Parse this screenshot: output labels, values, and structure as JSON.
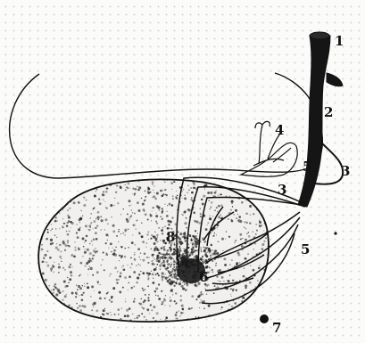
{
  "diagram": {
    "colors": {
      "ink": "#111111",
      "paper": "#fbfbfa",
      "stipple": "#222222"
    },
    "labels": [
      {
        "id": "label-1",
        "text": "1"
      },
      {
        "id": "label-2",
        "text": "2"
      },
      {
        "id": "label-3a",
        "text": "3"
      },
      {
        "id": "label-3b",
        "text": "3"
      },
      {
        "id": "label-4",
        "text": "4"
      },
      {
        "id": "label-5a",
        "text": "5"
      },
      {
        "id": "label-5b",
        "text": "5"
      },
      {
        "id": "label-6",
        "text": "6"
      },
      {
        "id": "label-7",
        "text": "7"
      },
      {
        "id": "label-8",
        "text": "8"
      }
    ]
  }
}
